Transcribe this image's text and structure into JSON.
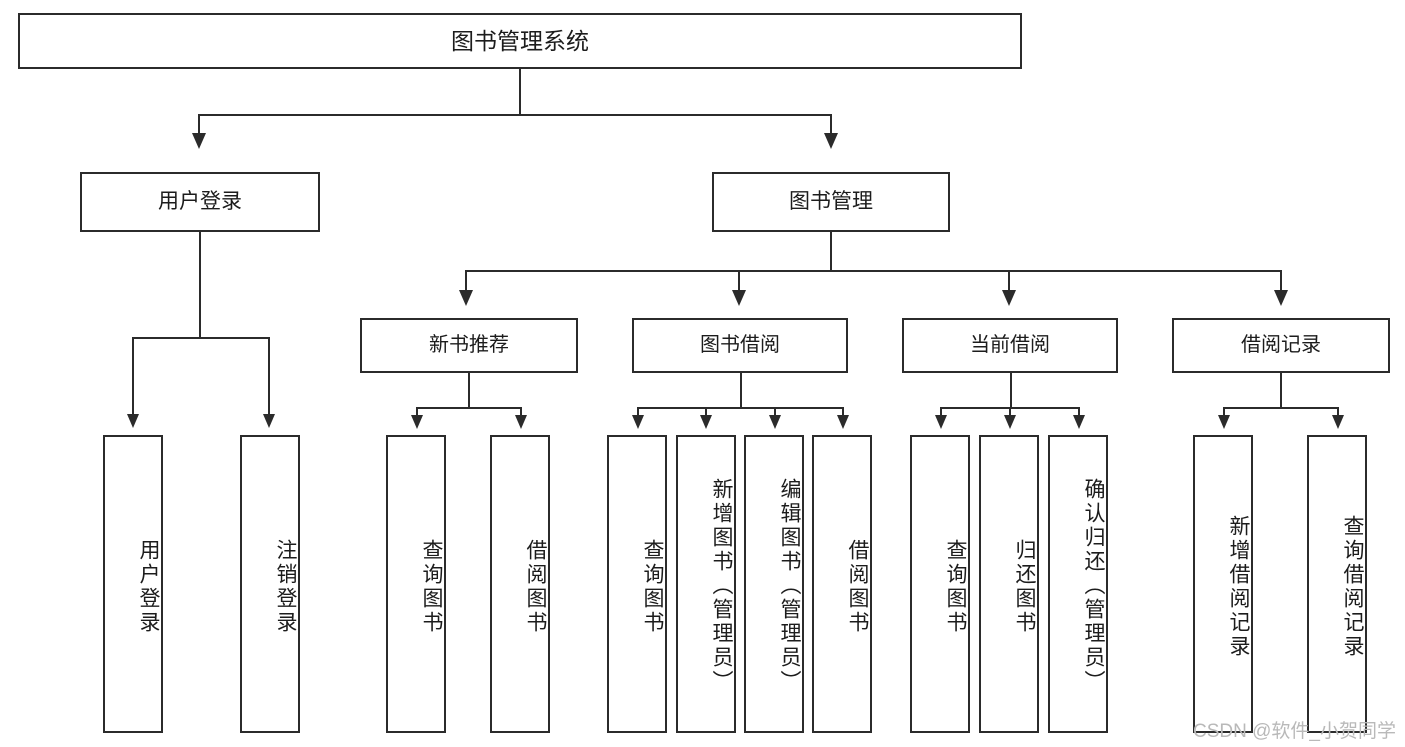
{
  "diagram": {
    "title": "图书管理系统",
    "type": "hierarchy-tree",
    "root": {
      "label": "图书管理系统"
    },
    "level1": [
      {
        "label": "用户登录"
      },
      {
        "label": "图书管理"
      }
    ],
    "level2": [
      {
        "label": "新书推荐"
      },
      {
        "label": "图书借阅"
      },
      {
        "label": "当前借阅"
      },
      {
        "label": "借阅记录"
      }
    ],
    "leaves": {
      "user_login": [
        {
          "label": "用户登录"
        },
        {
          "label": "注销登录"
        }
      ],
      "new_book_recommend": [
        {
          "label": "查询图书"
        },
        {
          "label": "借阅图书"
        }
      ],
      "book_borrow": [
        {
          "label": "查询图书"
        },
        {
          "label": "新增图书（管理员）"
        },
        {
          "label": "编辑图书（管理员）"
        },
        {
          "label": "借阅图书"
        }
      ],
      "current_borrow": [
        {
          "label": "查询图书"
        },
        {
          "label": "归还图书"
        },
        {
          "label": "确认归还（管理员）"
        }
      ],
      "borrow_record": [
        {
          "label": "新增借阅记录"
        },
        {
          "label": "查询借阅记录"
        }
      ]
    }
  },
  "watermark": {
    "text": "CSDN @软件_小贺同学"
  },
  "colors": {
    "stroke": "#2b2b2b",
    "background": "#ffffff",
    "text": "#1c1c1c",
    "watermark": "#b9b9b9"
  }
}
